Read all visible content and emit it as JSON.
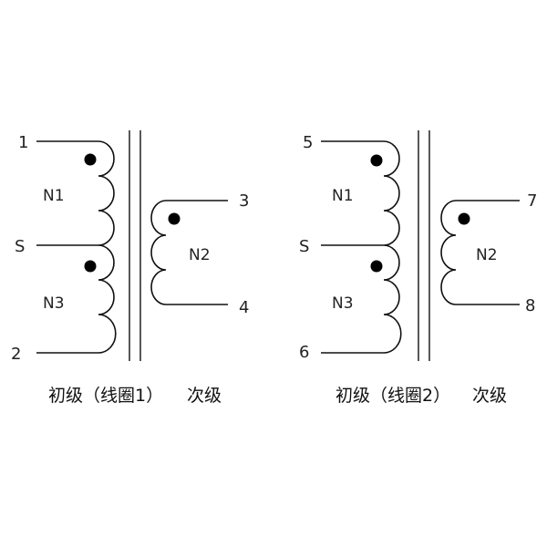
{
  "left": {
    "pins": {
      "top": "1",
      "middle": "S",
      "bottom": "2",
      "sec_top": "3",
      "sec_bottom": "4"
    },
    "windings": {
      "primary_top": "N1",
      "primary_bottom": "N3",
      "secondary": "N2"
    },
    "caption": {
      "primary": "初级（线圈1）",
      "secondary": "次级"
    }
  },
  "right": {
    "pins": {
      "top": "5",
      "middle": "S",
      "bottom": "6",
      "sec_top": "7",
      "sec_bottom": "8"
    },
    "windings": {
      "primary_top": "N1",
      "primary_bottom": "N3",
      "secondary": "N2"
    },
    "caption": {
      "primary": "初级（线圈2）",
      "secondary": "次级"
    }
  }
}
